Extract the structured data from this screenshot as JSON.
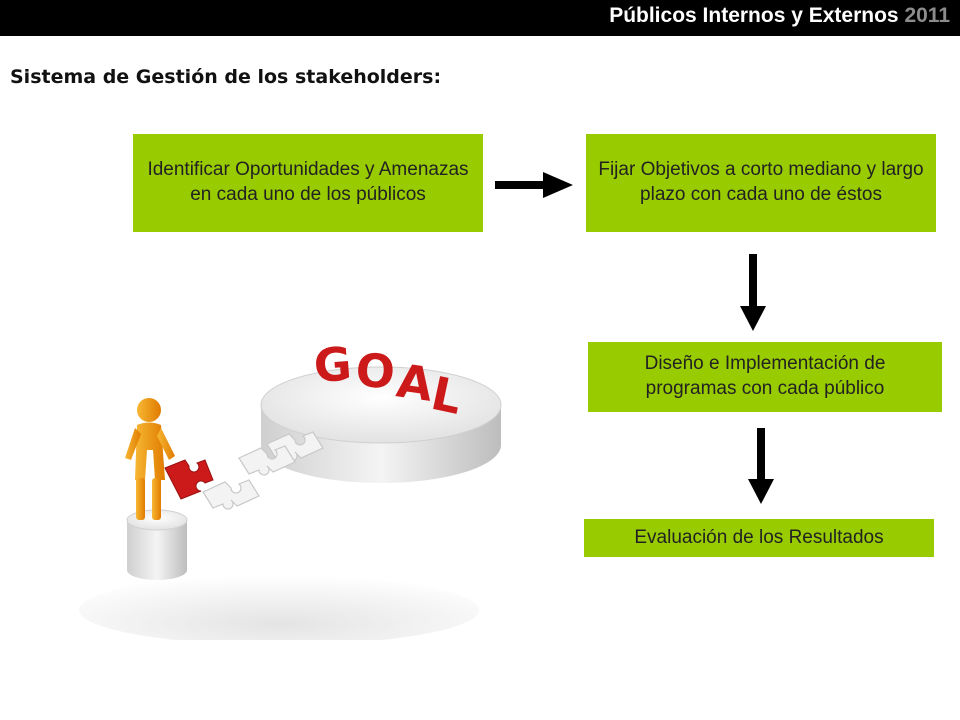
{
  "header": {
    "title": "Públicos Internos y Externos",
    "year": "2011"
  },
  "page_title": "Sistema de Gestión de los stakeholders:",
  "steps": [
    {
      "label": "Identificar Oportunidades y Amenazas en cada uno de los públicos"
    },
    {
      "label": "Fijar Objetivos a corto mediano y largo plazo con cada uno de éstos"
    },
    {
      "label": "Diseño e Implementación de programas con cada público"
    },
    {
      "label": "Evaluación de los Resultados"
    }
  ],
  "illustration": {
    "word": "GOAL"
  },
  "colors": {
    "box": "#99cc00",
    "header_bg": "#000000",
    "goal_red": "#cc1a1a",
    "figure_orange": "#f59a12"
  }
}
